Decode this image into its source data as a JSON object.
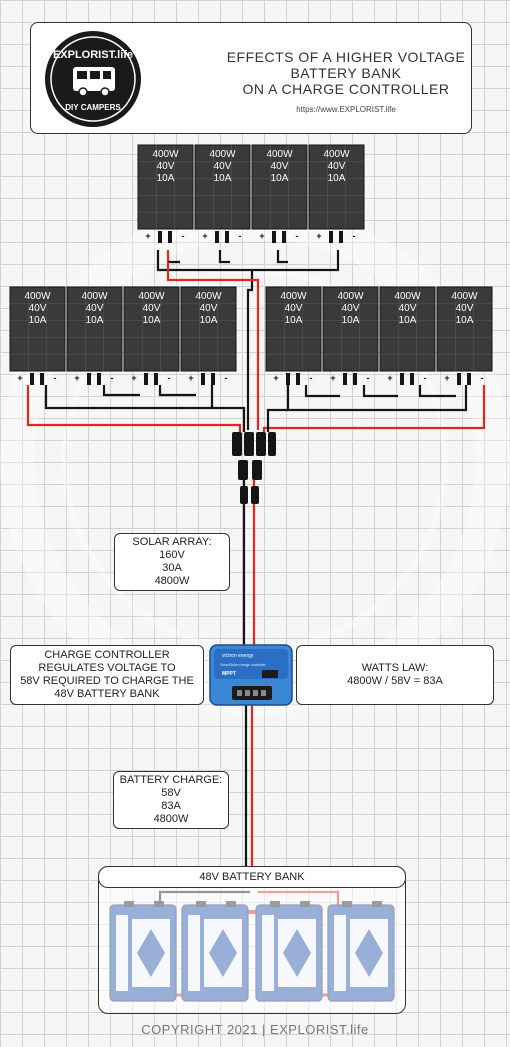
{
  "header": {
    "title_lines": [
      "EFFECTS OF A HIGHER VOLTAGE",
      "BATTERY BANK",
      "ON A CHARGE CONTROLLER"
    ],
    "url": "https://www.EXPLORIST.life",
    "logo_top": "EXPLORIST.life",
    "logo_bottom": "DIY CAMPERS"
  },
  "panel": {
    "watts": "400W",
    "volts": "40V",
    "amps": "10A",
    "plus": "+",
    "minus": "-"
  },
  "solar_array": {
    "lines": [
      "SOLAR ARRAY:",
      "160V",
      "30A",
      "4800W"
    ]
  },
  "charge_controller_note": {
    "lines": [
      "CHARGE CONTROLLER",
      "REGULATES VOLTAGE TO",
      "58V REQUIRED TO CHARGE THE",
      "48V BATTERY BANK"
    ]
  },
  "watts_law": {
    "lines": [
      "WATTS LAW:",
      "4800W / 58V = 83A"
    ]
  },
  "battery_charge": {
    "lines": [
      "BATTERY CHARGE:",
      "58V",
      "83A",
      "4800W"
    ]
  },
  "battery_bank": {
    "title": "48V BATTERY BANK"
  },
  "controller": {
    "brand": "victron energy",
    "model": "SmartSolar charge controller",
    "mppt": "MPPT"
  },
  "colors": {
    "positive": "#e0281e",
    "negative": "#151515",
    "panel": "#3a3a3a",
    "battery": "#1e4fa8",
    "controller": "#2a6fc4"
  },
  "copyright": "COPYRIGHT 2021 | EXPLORIST.life"
}
